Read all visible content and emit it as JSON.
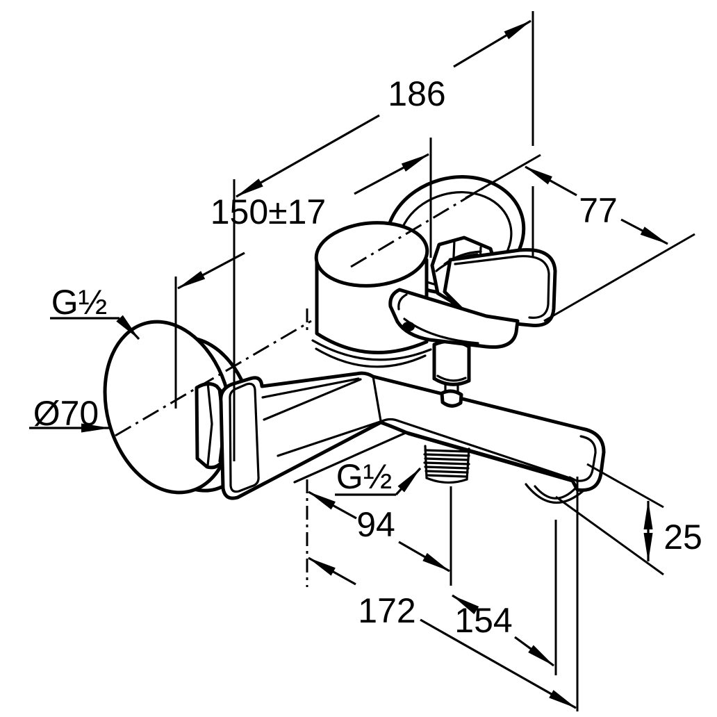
{
  "drawing": {
    "type": "technical-dimension-drawing",
    "subject": "wall-mounted single-lever bath and shower mixer, isometric line drawing",
    "background_color": "#ffffff",
    "line_color": "#000000",
    "labels": {
      "total_depth": "186",
      "connection_spacing": "150±17",
      "body_width": "77",
      "wall_connection_thread": "G½",
      "escutcheon_diameter": "Ø70",
      "shower_outlet_thread": "G½",
      "shower_outlet_offset": "94",
      "spout_end_height": "25",
      "lower_reach": "172",
      "outlet_reach": "154"
    }
  }
}
